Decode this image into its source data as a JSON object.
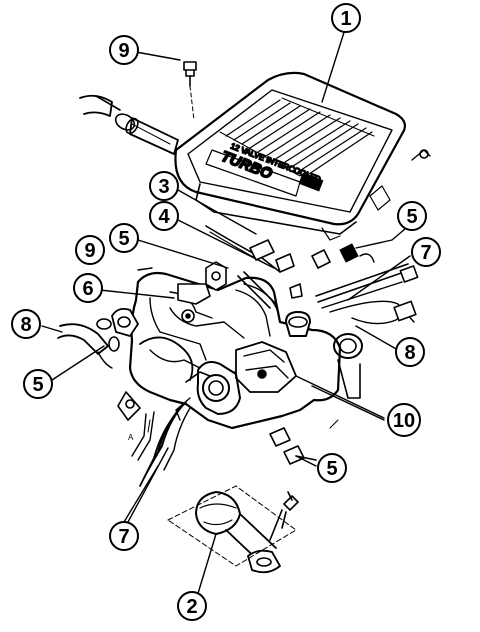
{
  "diagram": {
    "cover_brand_text": "TURBO",
    "cover_small_text": "12 VALVE INTERCOOLED",
    "connector_letter": "A",
    "callouts": [
      {
        "id": "c1",
        "label": "1"
      },
      {
        "id": "c9a",
        "label": "9"
      },
      {
        "id": "c3",
        "label": "3"
      },
      {
        "id": "c4",
        "label": "4"
      },
      {
        "id": "c5a",
        "label": "5"
      },
      {
        "id": "c9b",
        "label": "9"
      },
      {
        "id": "c6",
        "label": "6"
      },
      {
        "id": "c8a",
        "label": "8"
      },
      {
        "id": "c5b",
        "label": "5"
      },
      {
        "id": "c5c",
        "label": "5"
      },
      {
        "id": "c7a",
        "label": "7"
      },
      {
        "id": "c8b",
        "label": "8"
      },
      {
        "id": "c10",
        "label": "10"
      },
      {
        "id": "c5d",
        "label": "5"
      },
      {
        "id": "c7b",
        "label": "7"
      },
      {
        "id": "c2",
        "label": "2"
      }
    ]
  }
}
